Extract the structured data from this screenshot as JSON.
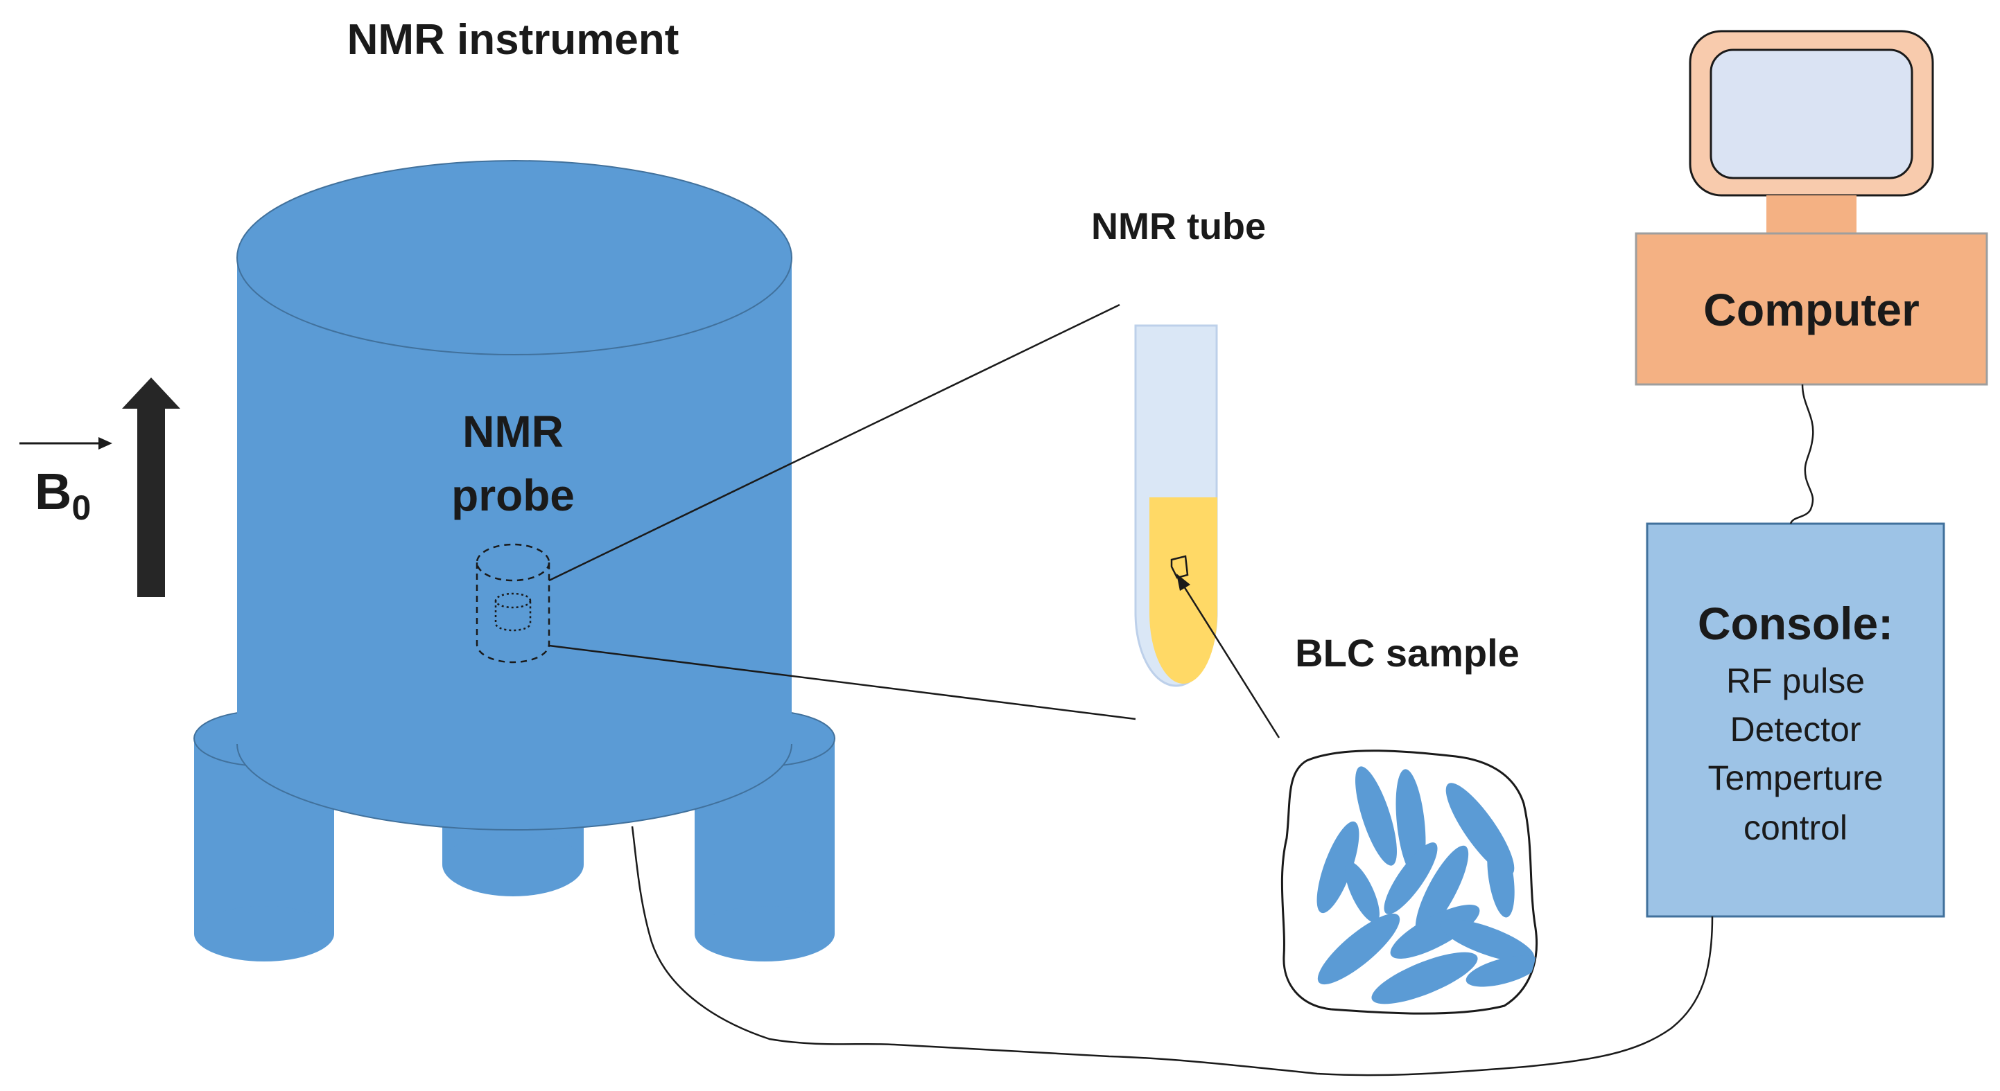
{
  "labels": {
    "instrument": "NMR instrument",
    "probe_line1": "NMR",
    "probe_line2": "probe",
    "tube": "NMR tube",
    "sample": "BLC sample",
    "field_symbol": "B",
    "field_subscript": "0",
    "computer": "Computer",
    "console_title": "Console:",
    "console_items": [
      "RF pulse",
      "Detector",
      "Temperture",
      "control"
    ]
  },
  "colors": {
    "magnet": "#5b9bd5",
    "magnet_stroke": "#41719c",
    "tube_glass": "#dae7f6",
    "sample_fill": "#ffd966",
    "computer": "#f4b183",
    "screen": "#dae3f3",
    "console": "#9dc3e6",
    "arrow": "#262626"
  },
  "icons": {
    "field_arrow": "up-arrow-icon",
    "monitor": "monitor-icon"
  }
}
